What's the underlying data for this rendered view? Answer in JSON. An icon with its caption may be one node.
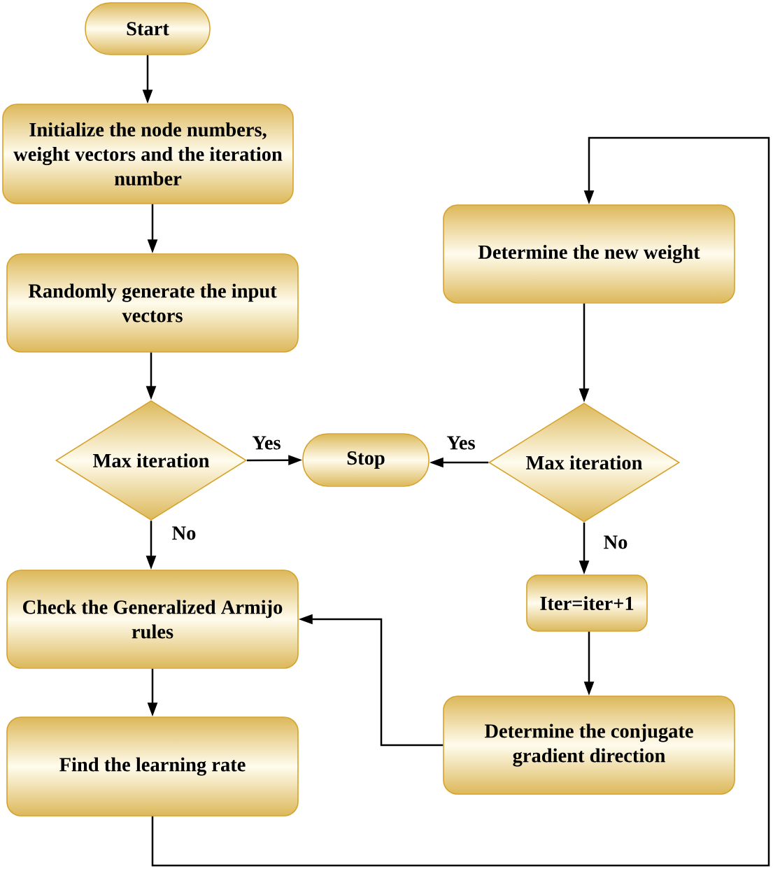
{
  "diagram": {
    "nodes": [
      {
        "text": [
          "Start"
        ]
      },
      {
        "text": [
          "Initialize the node numbers, weight vectors and the iteration number"
        ]
      },
      {
        "text": [
          "Determine the new weight"
        ]
      },
      {
        "text": [
          "Randomly generate the input vectors"
        ]
      },
      {
        "text": [
          "Max iteration"
        ]
      },
      {
        "text": [
          "Stop"
        ]
      },
      {
        "text": [
          "Max iteration"
        ]
      },
      {
        "text": [
          "Check the Generalized Armijo rules"
        ]
      },
      {
        "text": [
          "Iter=iter+1"
        ]
      },
      {
        "text": [
          "Find the learning rate"
        ]
      },
      {
        "text": [
          "Determine the conjugate gradient direction"
        ]
      }
    ],
    "edges": [
      {
        "from": 0,
        "to": 1,
        "arrow": "to"
      },
      {
        "from": 1,
        "to": 3,
        "arrow": "to"
      },
      {
        "from": 3,
        "to": 4,
        "arrow": "to"
      },
      {
        "from": 4,
        "to": 5,
        "arrow": "to",
        "label": "Yes"
      },
      {
        "from": 6,
        "to": 5,
        "arrow": "to",
        "label": "Yes"
      },
      {
        "from": 4,
        "to": 7,
        "arrow": "to",
        "label": "No"
      },
      {
        "from": 6,
        "to": 8,
        "arrow": "to",
        "label": "No"
      },
      {
        "from": 8,
        "to": 10,
        "arrow": "to"
      },
      {
        "from": 10,
        "to": 7,
        "arrow": "to"
      },
      {
        "from": 7,
        "to": 9,
        "arrow": "to"
      },
      {
        "from": 9,
        "to": 2,
        "arrow": "to"
      },
      {
        "from": 2,
        "to": 6,
        "arrow": "to"
      }
    ]
  }
}
